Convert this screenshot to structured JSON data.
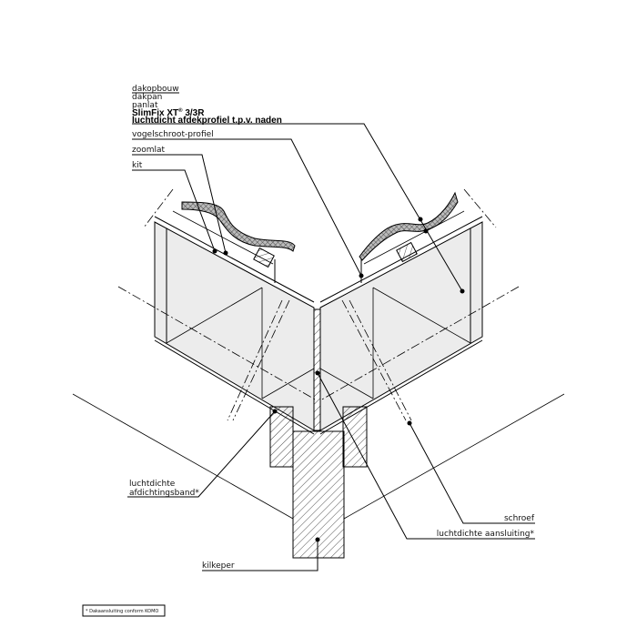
{
  "labels": {
    "dakopbouw": "dakopbouw",
    "dakpan": "dakpan",
    "panlat": "panlat",
    "slimfix_name": "SlimFix XT",
    "slimfix_reg": "®",
    "slimfix_model": " 3/3R",
    "afdekprofiel": "luchtdicht afdekprofiel t.p.v. naden",
    "vogelschroot": "vogelschroot-profiel",
    "zoomlat": "zoomlat",
    "kit": "kit",
    "afdichtingsband_1": "luchtdichte",
    "afdichtingsband_2": "afdichtingsband*",
    "schroef": "schroef",
    "aansluiting": "luchtdichte aansluiting*",
    "kilkeper": "kilkeper"
  },
  "footnote": "* Dakaansluiting conform KOMO",
  "colors": {
    "panel_fill": "#ececec",
    "line": "#000000"
  }
}
